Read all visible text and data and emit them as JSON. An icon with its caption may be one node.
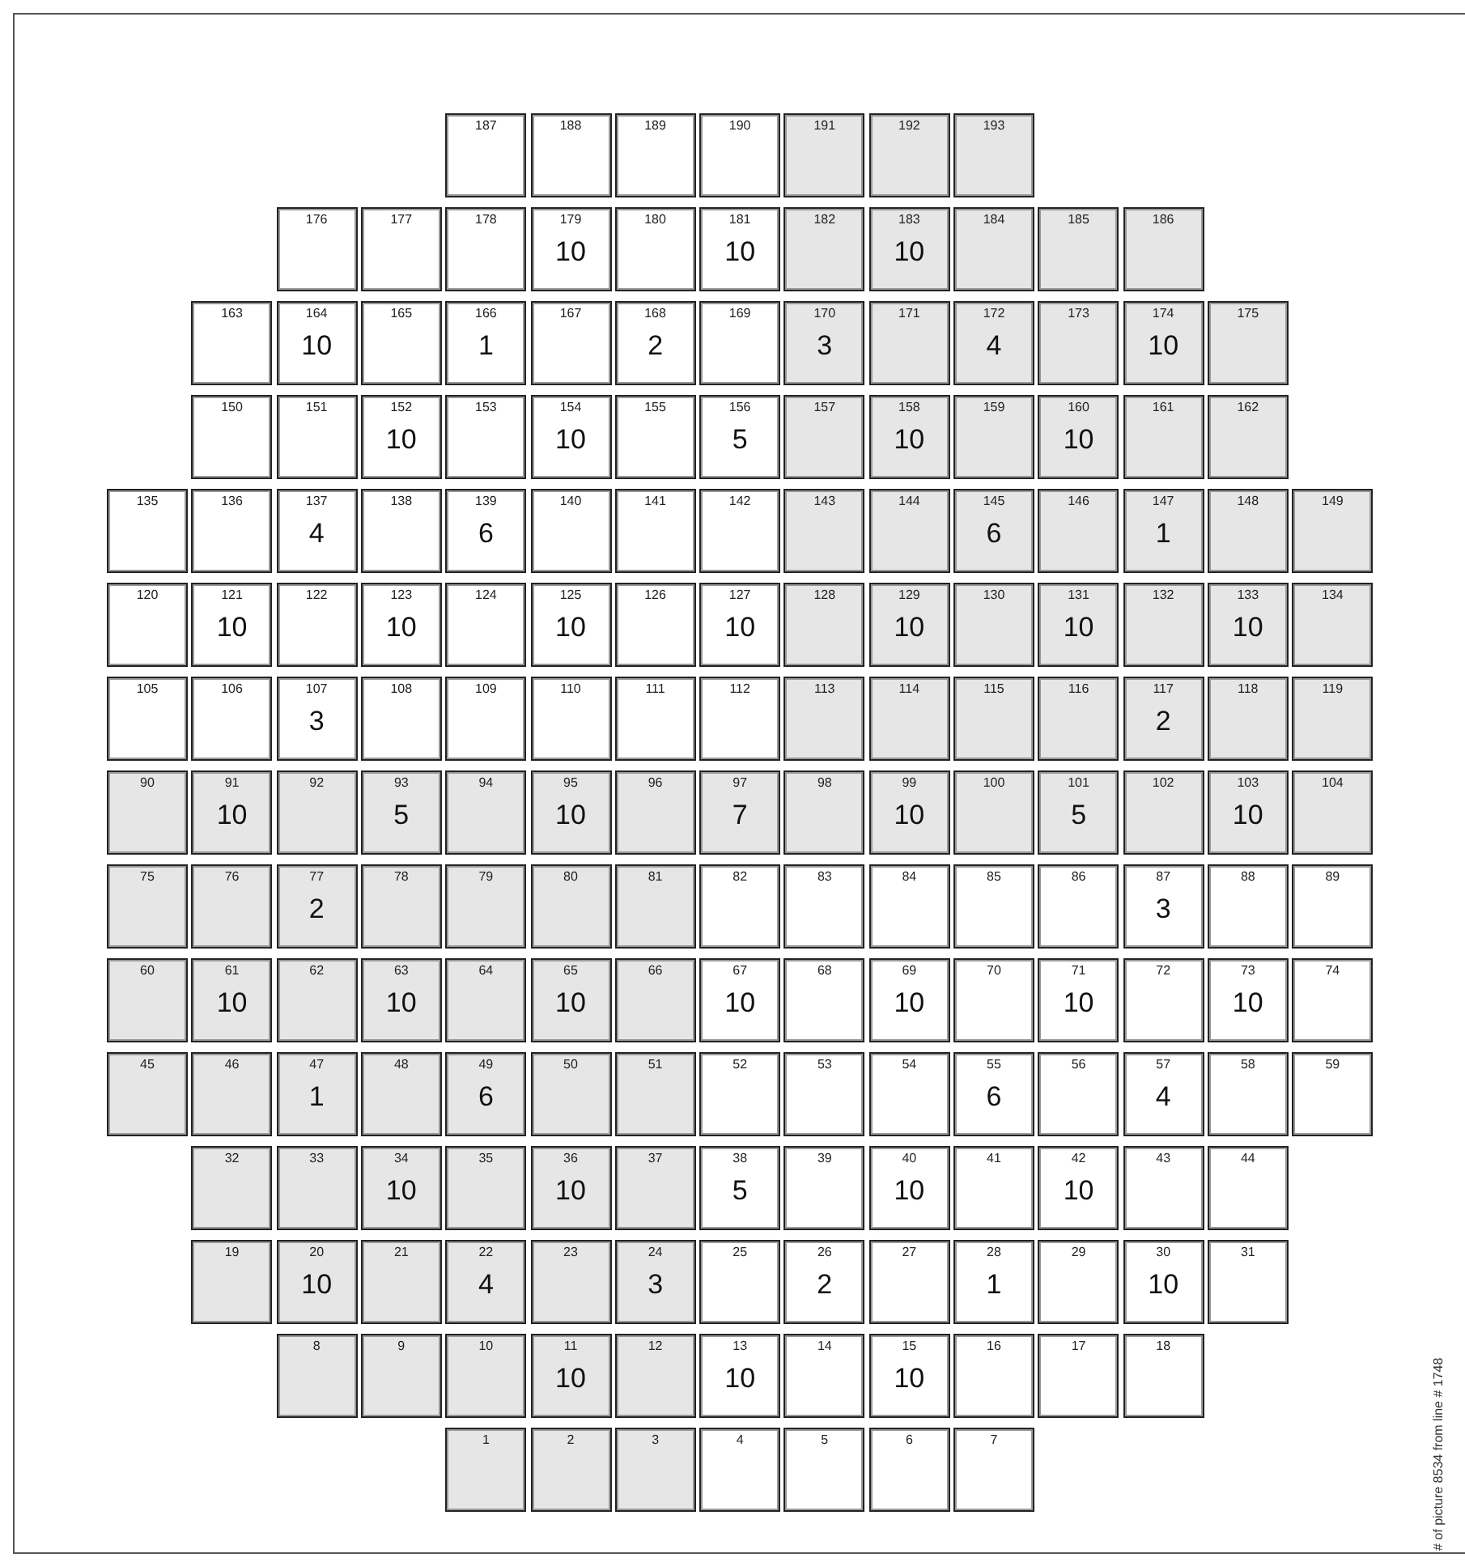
{
  "diagram": {
    "nodes": [
      {
        "text": [
          "187"
        ]
      },
      {
        "text": [
          "188"
        ]
      },
      {
        "text": [
          "189"
        ]
      },
      {
        "text": [
          "190"
        ]
      },
      {
        "text": [
          "191"
        ]
      },
      {
        "text": [
          "192"
        ]
      },
      {
        "text": [
          "193"
        ]
      },
      {
        "text": [
          "176"
        ]
      },
      {
        "text": [
          "177"
        ]
      },
      {
        "text": [
          "178"
        ]
      },
      {
        "text": [
          "179",
          "10"
        ]
      },
      {
        "text": [
          "180"
        ]
      },
      {
        "text": [
          "181",
          "10"
        ]
      },
      {
        "text": [
          "182"
        ]
      },
      {
        "text": [
          "183",
          "10"
        ]
      },
      {
        "text": [
          "184"
        ]
      },
      {
        "text": [
          "185"
        ]
      },
      {
        "text": [
          "186"
        ]
      },
      {
        "text": [
          "163"
        ]
      },
      {
        "text": [
          "164",
          "10"
        ]
      },
      {
        "text": [
          "165"
        ]
      },
      {
        "text": [
          "166",
          "1"
        ]
      },
      {
        "text": [
          "167"
        ]
      },
      {
        "text": [
          "168",
          "2"
        ]
      },
      {
        "text": [
          "169"
        ]
      },
      {
        "text": [
          "170",
          "3"
        ]
      },
      {
        "text": [
          "171"
        ]
      },
      {
        "text": [
          "172",
          "4"
        ]
      },
      {
        "text": [
          "173"
        ]
      },
      {
        "text": [
          "174",
          "10"
        ]
      },
      {
        "text": [
          "175"
        ]
      },
      {
        "text": [
          "150"
        ]
      },
      {
        "text": [
          "151"
        ]
      },
      {
        "text": [
          "152",
          "10"
        ]
      },
      {
        "text": [
          "153"
        ]
      },
      {
        "text": [
          "154",
          "10"
        ]
      },
      {
        "text": [
          "155"
        ]
      },
      {
        "text": [
          "156",
          "5"
        ]
      },
      {
        "text": [
          "157"
        ]
      },
      {
        "text": [
          "158",
          "10"
        ]
      },
      {
        "text": [
          "159"
        ]
      },
      {
        "text": [
          "160",
          "10"
        ]
      },
      {
        "text": [
          "161"
        ]
      },
      {
        "text": [
          "162"
        ]
      },
      {
        "text": [
          "135"
        ]
      },
      {
        "text": [
          "136"
        ]
      },
      {
        "text": [
          "137",
          "4"
        ]
      },
      {
        "text": [
          "138"
        ]
      },
      {
        "text": [
          "139",
          "6"
        ]
      },
      {
        "text": [
          "140"
        ]
      },
      {
        "text": [
          "141"
        ]
      },
      {
        "text": [
          "142"
        ]
      },
      {
        "text": [
          "143"
        ]
      },
      {
        "text": [
          "144"
        ]
      },
      {
        "text": [
          "145",
          "6"
        ]
      },
      {
        "text": [
          "146"
        ]
      },
      {
        "text": [
          "147",
          "1"
        ]
      },
      {
        "text": [
          "148"
        ]
      },
      {
        "text": [
          "149"
        ]
      },
      {
        "text": [
          "120"
        ]
      },
      {
        "text": [
          "121",
          "10"
        ]
      },
      {
        "text": [
          "122"
        ]
      },
      {
        "text": [
          "123",
          "10"
        ]
      },
      {
        "text": [
          "124"
        ]
      },
      {
        "text": [
          "125",
          "10"
        ]
      },
      {
        "text": [
          "126"
        ]
      },
      {
        "text": [
          "127",
          "10"
        ]
      },
      {
        "text": [
          "128"
        ]
      },
      {
        "text": [
          "129",
          "10"
        ]
      },
      {
        "text": [
          "130"
        ]
      },
      {
        "text": [
          "131",
          "10"
        ]
      },
      {
        "text": [
          "132"
        ]
      },
      {
        "text": [
          "133",
          "10"
        ]
      },
      {
        "text": [
          "134"
        ]
      },
      {
        "text": [
          "105"
        ]
      },
      {
        "text": [
          "106"
        ]
      },
      {
        "text": [
          "107",
          "3"
        ]
      },
      {
        "text": [
          "108"
        ]
      },
      {
        "text": [
          "109"
        ]
      },
      {
        "text": [
          "110"
        ]
      },
      {
        "text": [
          "111"
        ]
      },
      {
        "text": [
          "112"
        ]
      },
      {
        "text": [
          "113"
        ]
      },
      {
        "text": [
          "114"
        ]
      },
      {
        "text": [
          "115"
        ]
      },
      {
        "text": [
          "116"
        ]
      },
      {
        "text": [
          "117",
          "2"
        ]
      },
      {
        "text": [
          "118"
        ]
      },
      {
        "text": [
          "119"
        ]
      },
      {
        "text": [
          "90"
        ]
      },
      {
        "text": [
          "91",
          "10"
        ]
      },
      {
        "text": [
          "92"
        ]
      },
      {
        "text": [
          "93",
          "5"
        ]
      },
      {
        "text": [
          "94"
        ]
      },
      {
        "text": [
          "95",
          "10"
        ]
      },
      {
        "text": [
          "96"
        ]
      },
      {
        "text": [
          "97",
          "7"
        ]
      },
      {
        "text": [
          "98"
        ]
      },
      {
        "text": [
          "99",
          "10"
        ]
      },
      {
        "text": [
          "100"
        ]
      },
      {
        "text": [
          "101",
          "5"
        ]
      },
      {
        "text": [
          "102"
        ]
      },
      {
        "text": [
          "103",
          "10"
        ]
      },
      {
        "text": [
          "104"
        ]
      },
      {
        "text": [
          "75"
        ]
      },
      {
        "text": [
          "76"
        ]
      },
      {
        "text": [
          "77",
          "2"
        ]
      },
      {
        "text": [
          "78"
        ]
      },
      {
        "text": [
          "79"
        ]
      },
      {
        "text": [
          "80"
        ]
      },
      {
        "text": [
          "81"
        ]
      },
      {
        "text": [
          "82"
        ]
      },
      {
        "text": [
          "83"
        ]
      },
      {
        "text": [
          "84"
        ]
      },
      {
        "text": [
          "85"
        ]
      },
      {
        "text": [
          "86"
        ]
      },
      {
        "text": [
          "87",
          "3"
        ]
      },
      {
        "text": [
          "88"
        ]
      },
      {
        "text": [
          "89"
        ]
      },
      {
        "text": [
          "60"
        ]
      },
      {
        "text": [
          "61",
          "10"
        ]
      },
      {
        "text": [
          "62"
        ]
      },
      {
        "text": [
          "63",
          "10"
        ]
      },
      {
        "text": [
          "64"
        ]
      },
      {
        "text": [
          "65",
          "10"
        ]
      },
      {
        "text": [
          "66"
        ]
      },
      {
        "text": [
          "67",
          "10"
        ]
      },
      {
        "text": [
          "68"
        ]
      },
      {
        "text": [
          "69",
          "10"
        ]
      },
      {
        "text": [
          "70"
        ]
      },
      {
        "text": [
          "71",
          "10"
        ]
      },
      {
        "text": [
          "72"
        ]
      },
      {
        "text": [
          "73",
          "10"
        ]
      },
      {
        "text": [
          "74"
        ]
      },
      {
        "text": [
          "45"
        ]
      },
      {
        "text": [
          "46"
        ]
      },
      {
        "text": [
          "47",
          "1"
        ]
      },
      {
        "text": [
          "48"
        ]
      },
      {
        "text": [
          "49",
          "6"
        ]
      },
      {
        "text": [
          "50"
        ]
      },
      {
        "text": [
          "51"
        ]
      },
      {
        "text": [
          "52"
        ]
      },
      {
        "text": [
          "53"
        ]
      },
      {
        "text": [
          "54"
        ]
      },
      {
        "text": [
          "55",
          "6"
        ]
      },
      {
        "text": [
          "56"
        ]
      },
      {
        "text": [
          "57",
          "4"
        ]
      },
      {
        "text": [
          "58"
        ]
      },
      {
        "text": [
          "59"
        ]
      },
      {
        "text": [
          "32"
        ]
      },
      {
        "text": [
          "33"
        ]
      },
      {
        "text": [
          "34",
          "10"
        ]
      },
      {
        "text": [
          "35"
        ]
      },
      {
        "text": [
          "36",
          "10"
        ]
      },
      {
        "text": [
          "37"
        ]
      },
      {
        "text": [
          "38",
          "5"
        ]
      },
      {
        "text": [
          "39"
        ]
      },
      {
        "text": [
          "40",
          "10"
        ]
      },
      {
        "text": [
          "41"
        ]
      },
      {
        "text": [
          "42",
          "10"
        ]
      },
      {
        "text": [
          "43"
        ]
      },
      {
        "text": [
          "44"
        ]
      },
      {
        "text": [
          "19"
        ]
      },
      {
        "text": [
          "20",
          "10"
        ]
      },
      {
        "text": [
          "21"
        ]
      },
      {
        "text": [
          "22",
          "4"
        ]
      },
      {
        "text": [
          "23"
        ]
      },
      {
        "text": [
          "24",
          "3"
        ]
      },
      {
        "text": [
          "25"
        ]
      },
      {
        "text": [
          "26",
          "2"
        ]
      },
      {
        "text": [
          "27"
        ]
      },
      {
        "text": [
          "28",
          "1"
        ]
      },
      {
        "text": [
          "29"
        ]
      },
      {
        "text": [
          "30",
          "10"
        ]
      },
      {
        "text": [
          "31"
        ]
      },
      {
        "text": [
          "8"
        ]
      },
      {
        "text": [
          "9"
        ]
      },
      {
        "text": [
          "10"
        ]
      },
      {
        "text": [
          "11",
          "10"
        ]
      },
      {
        "text": [
          "12"
        ]
      },
      {
        "text": [
          "13",
          "10"
        ]
      },
      {
        "text": [
          "14"
        ]
      },
      {
        "text": [
          "15",
          "10"
        ]
      },
      {
        "text": [
          "16"
        ]
      },
      {
        "text": [
          "17"
        ]
      },
      {
        "text": [
          "18"
        ]
      },
      {
        "text": [
          "1"
        ]
      },
      {
        "text": [
          "2"
        ]
      },
      {
        "text": [
          "3"
        ]
      },
      {
        "text": [
          "4"
        ]
      },
      {
        "text": [
          "5"
        ]
      },
      {
        "text": [
          "6"
        ]
      },
      {
        "text": [
          "7"
        ]
      }
    ],
    "labels": [
      "# of picture  8534 from line # 1748"
    ]
  }
}
